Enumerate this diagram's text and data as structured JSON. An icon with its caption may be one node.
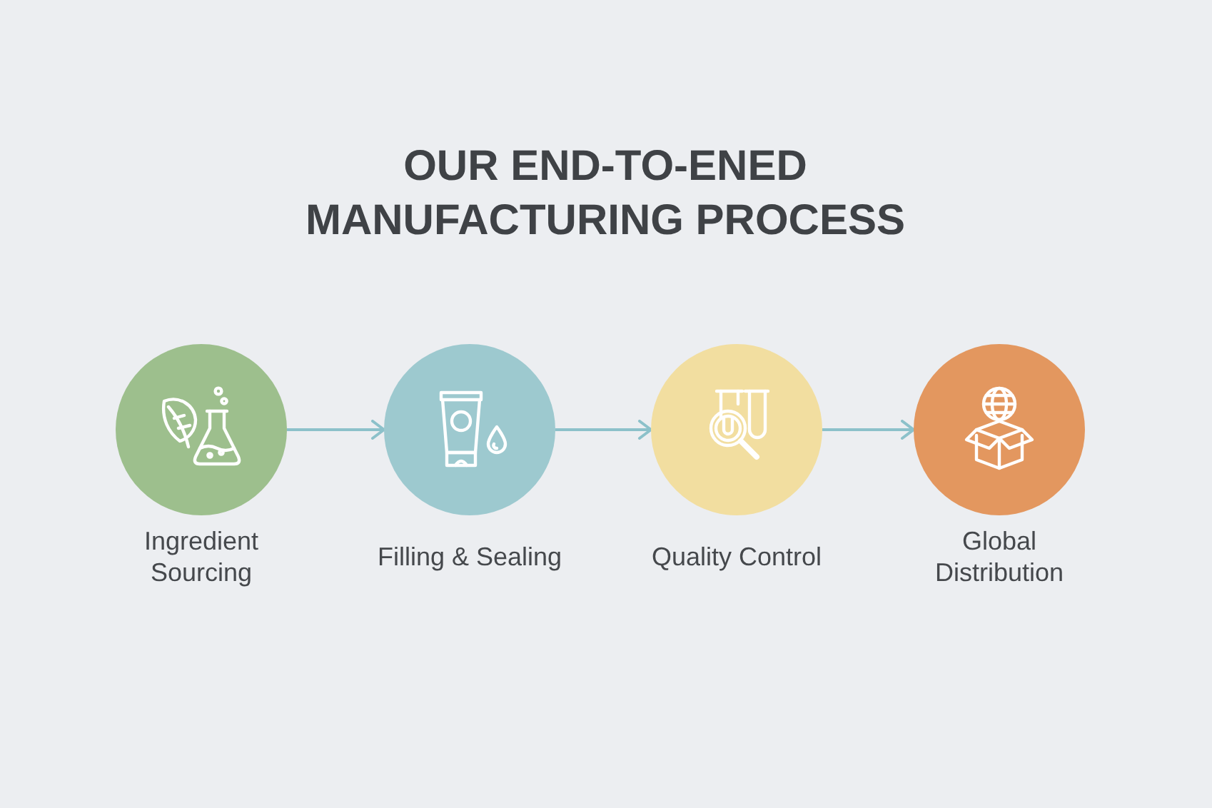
{
  "diagram": {
    "title": "OUR END-TO-ENED MANUFACTURING PROCESS",
    "nodes": [
      {
        "text": [],
        "shape": "circle",
        "beside": [
          "Ingredient Sourcing"
        ]
      },
      {
        "text": [],
        "shape": "circle",
        "beside": [
          "Filling & Sealing"
        ]
      },
      {
        "text": [],
        "shape": "circle",
        "beside": [
          "Quality Control"
        ]
      },
      {
        "text": [],
        "shape": "circle",
        "beside": [
          "Global Distribution"
        ]
      }
    ],
    "edges": [
      {
        "from": 0,
        "to": 1,
        "arrow": "to"
      },
      {
        "from": 1,
        "to": 2,
        "arrow": "to"
      },
      {
        "from": 2,
        "to": 3,
        "arrow": "to"
      }
    ]
  }
}
